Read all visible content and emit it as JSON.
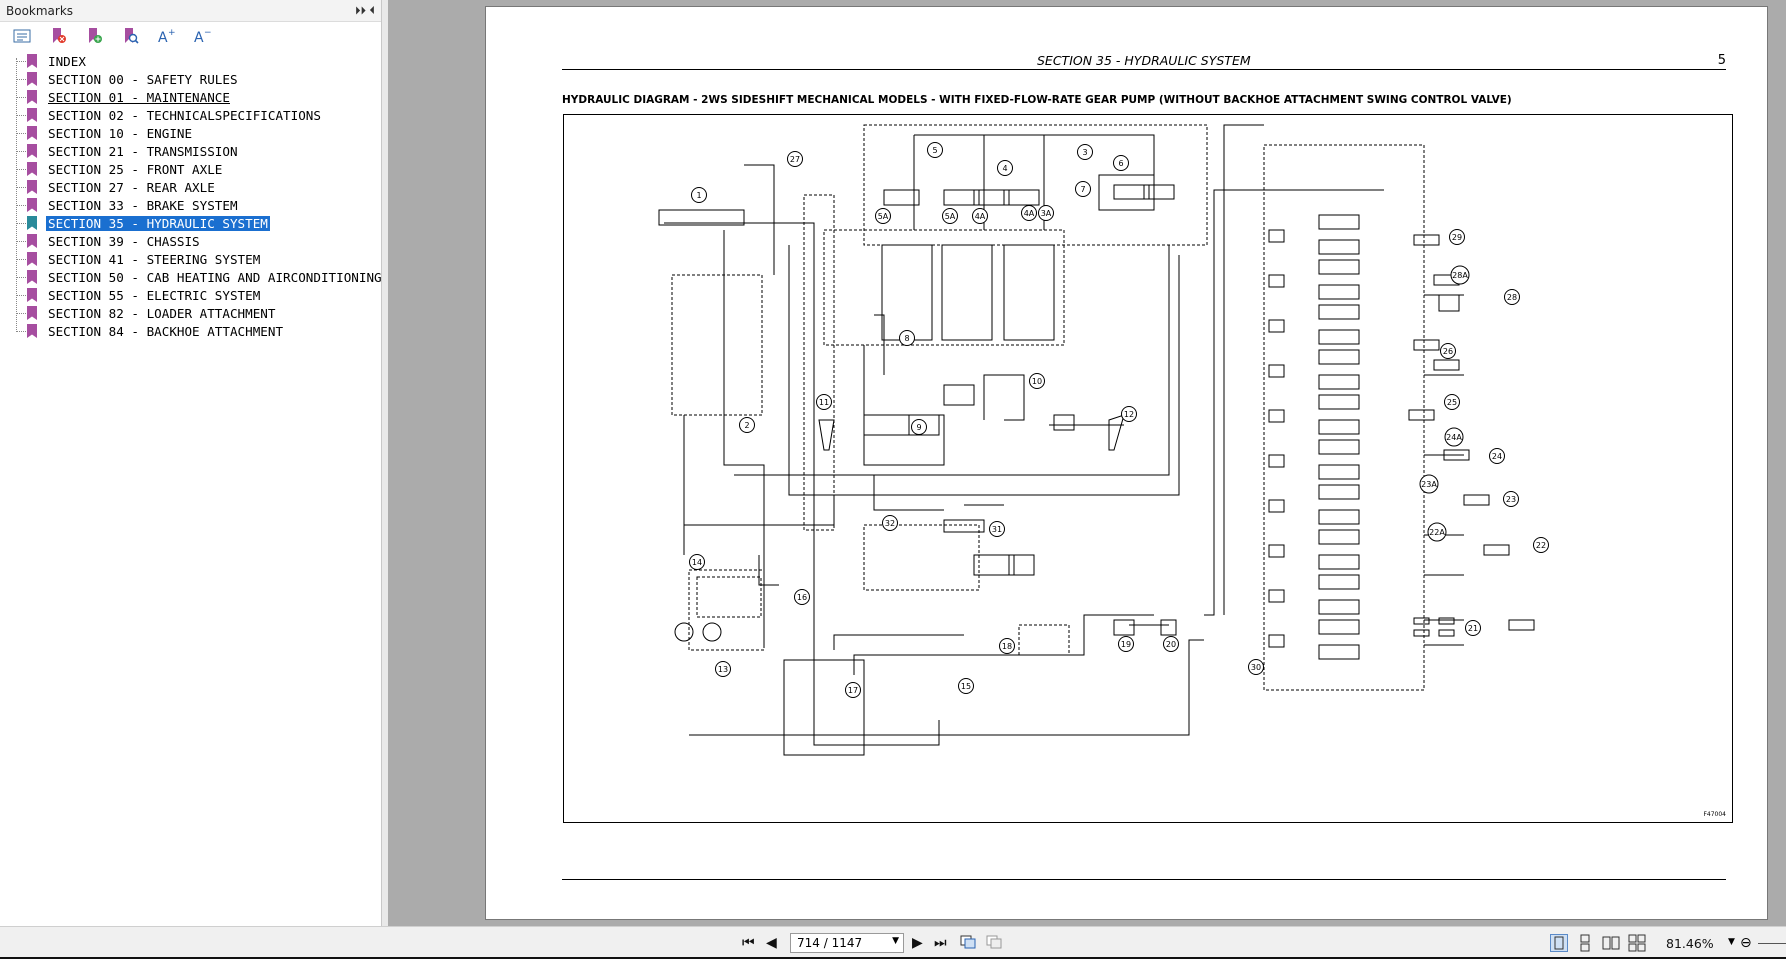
{
  "sidebar": {
    "title": "Bookmarks",
    "collapse_glyphs": "⏵⏵ ⏴",
    "toolbar": [
      "list-options-icon",
      "delete-bookmark-icon",
      "add-bookmark-icon",
      "find-bookmark-icon",
      "enlarge-text-icon",
      "reduce-text-icon"
    ],
    "items": [
      {
        "label": "INDEX",
        "underline": false,
        "selected": false
      },
      {
        "label": "SECTION 00 - SAFETY RULES",
        "underline": false,
        "selected": false
      },
      {
        "label": "SECTION 01 - MAINTENANCE",
        "underline": true,
        "selected": false
      },
      {
        "label": "SECTION 02 - TECHNICALSPECIFICATIONS",
        "underline": false,
        "selected": false
      },
      {
        "label": "SECTION 10 - ENGINE",
        "underline": false,
        "selected": false
      },
      {
        "label": "SECTION 21 - TRANSMISSION",
        "underline": false,
        "selected": false
      },
      {
        "label": "SECTION 25 - FRONT AXLE",
        "underline": false,
        "selected": false
      },
      {
        "label": "SECTION 27 - REAR AXLE",
        "underline": false,
        "selected": false
      },
      {
        "label": "SECTION 33 - BRAKE SYSTEM",
        "underline": false,
        "selected": false
      },
      {
        "label": "SECTION 35 - HYDRAULIC SYSTEM",
        "underline": false,
        "selected": true
      },
      {
        "label": "SECTION 39 - CHASSIS",
        "underline": false,
        "selected": false
      },
      {
        "label": "SECTION 41 - STEERING SYSTEM",
        "underline": false,
        "selected": false
      },
      {
        "label": "SECTION 50 - CAB HEATING AND AIRCONDITIONING",
        "underline": false,
        "selected": false
      },
      {
        "label": "SECTION 55 - ELECTRIC SYSTEM",
        "underline": false,
        "selected": false
      },
      {
        "label": "SECTION 82 - LOADER ATTACHMENT",
        "underline": false,
        "selected": false
      },
      {
        "label": "SECTION 84 - BACKHOE ATTACHMENT",
        "underline": false,
        "selected": false
      }
    ]
  },
  "document": {
    "section_header": "SECTION 35 - HYDRAULIC SYSTEM",
    "page_number": "5",
    "diagram_title": "HYDRAULIC DIAGRAM - 2WS SIDESHIFT MECHANICAL MODELS -  WITH FIXED-FLOW-RATE GEAR PUMP (WITHOUT BACKHOE ATTACHMENT SWING CONTROL VALVE)",
    "figure_ref": "F47004",
    "callouts": [
      "1",
      "2",
      "3",
      "4",
      "4A",
      "3A",
      "5",
      "5A",
      "5A",
      "4A",
      "6",
      "7",
      "8",
      "9",
      "10",
      "11",
      "12",
      "13",
      "14",
      "15",
      "16",
      "17",
      "18",
      "19",
      "20",
      "21",
      "22",
      "22A",
      "23",
      "23A",
      "24",
      "24A",
      "25",
      "26",
      "27",
      "28",
      "28A",
      "29",
      "30",
      "31",
      "32"
    ]
  },
  "statusbar": {
    "page_indicator": "714 / 1147",
    "zoom": "81.46%",
    "nav_icons": [
      "first-page-icon",
      "prev-page-icon",
      "next-page-icon",
      "last-page-icon",
      "fit-page-icon",
      "fit-width-icon"
    ],
    "view_icons": [
      "single-page-icon",
      "continuous-icon",
      "two-page-icon",
      "two-page-continuous-icon"
    ]
  }
}
